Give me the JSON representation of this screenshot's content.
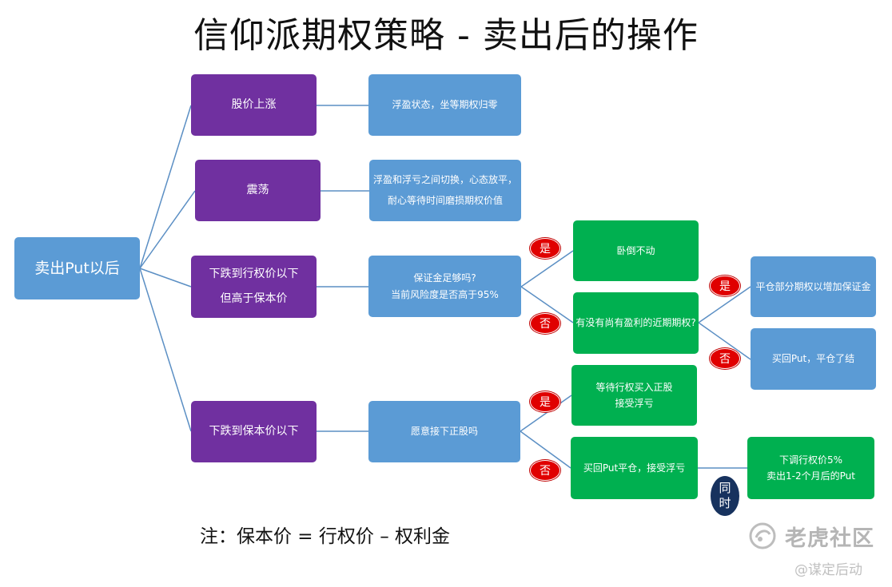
{
  "title": "信仰派期权策略 - 卖出后的操作",
  "root": "卖出Put以后",
  "scenarios": [
    {
      "label": "股价上涨",
      "action": "浮盈状态，坐等期权归零"
    },
    {
      "label": "震荡",
      "action": "浮盈和浮亏之间切换，心态放平，\n耐心等待时间磨损期权价值"
    },
    {
      "label": "下跌到行权价以下\n但高于保本价",
      "question": "保证金足够吗?\n当前风险度是否高于95%"
    },
    {
      "label": "下跌到保本价以下",
      "question": "愿意接下正股吗"
    }
  ],
  "margin_branch": {
    "yes_label": "是",
    "yes_action": "卧倒不动",
    "no_label": "否",
    "no_question": "有没有尚有盈利的近期期权?",
    "sub_yes_label": "是",
    "sub_yes_action": "平仓部分期权以增加保证金",
    "sub_no_label": "否",
    "sub_no_action": "买回Put，平仓了结"
  },
  "stock_branch": {
    "yes_label": "是",
    "yes_action": "等待行权买入正股\n接受浮亏",
    "no_label": "否",
    "no_action": "买回Put平仓，接受浮亏",
    "simultaneous_label": "同\n时",
    "simultaneous_action": "下调行权价5%\n卖出1-2个月后的Put"
  },
  "note": "注：保本价 = 行权价 – 权利金",
  "watermark": {
    "name": "老虎社区",
    "author": "@谋定后动"
  },
  "colors": {
    "blue": "#5b9bd5",
    "purple": "#7030a0",
    "green": "#00b050",
    "badge": "#e00000",
    "line": "#5b8fc4"
  }
}
